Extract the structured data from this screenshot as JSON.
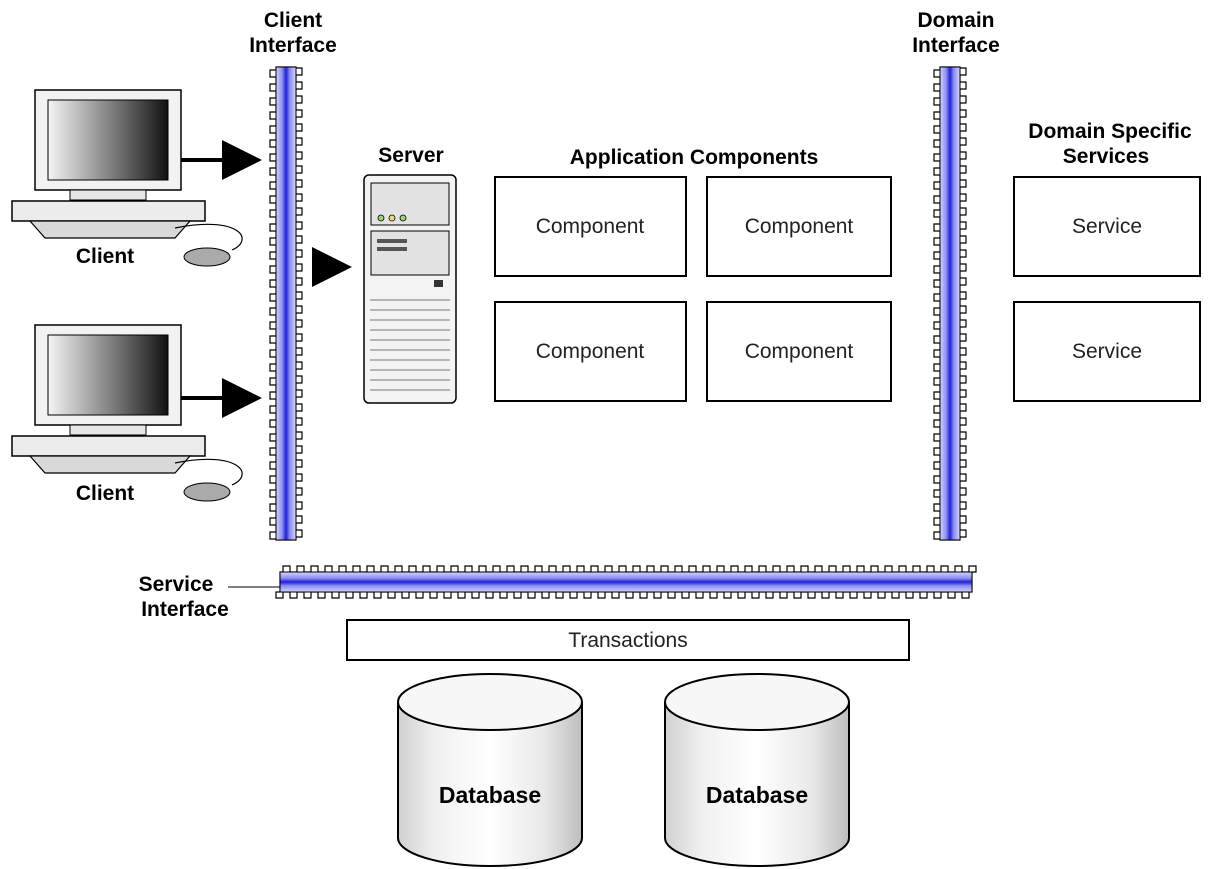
{
  "labels": {
    "client_interface": [
      "Client",
      "Interface"
    ],
    "domain_interface": [
      "Domain",
      "Interface"
    ],
    "server": "Server",
    "application_components": "Application Components",
    "domain_specific_services": [
      "Domain Specific",
      "Services"
    ],
    "service_interface": [
      "Service",
      "Interface"
    ],
    "transactions": "Transactions"
  },
  "clients": [
    {
      "label": "Client"
    },
    {
      "label": "Client"
    }
  ],
  "components": [
    {
      "label": "Component"
    },
    {
      "label": "Component"
    },
    {
      "label": "Component"
    },
    {
      "label": "Component"
    }
  ],
  "services": [
    {
      "label": "Service"
    },
    {
      "label": "Service"
    }
  ],
  "databases": [
    {
      "label": "Database"
    },
    {
      "label": "Database"
    }
  ],
  "colors": {
    "bus_blue": "#2323d8",
    "bus_light": "#c7c7ff",
    "outline": "#000000"
  }
}
